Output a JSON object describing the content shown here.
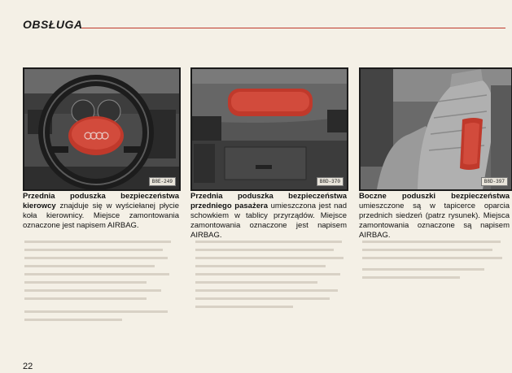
{
  "header": {
    "title": "OBSŁUGA"
  },
  "page_number": "22",
  "panels": [
    {
      "code": "B8E-249",
      "caption_bold": "Przednia poduszka bezpieczeństwa kierowcy",
      "caption_rest": " znajduje się w wyściełanej płycie koła kierownicy. Miejsce zamontowania oznaczone jest napisem AIRBAG."
    },
    {
      "code": "B8D-370",
      "caption_bold": "Przednia poduszka bezpieczeństwa przedniego pasażera",
      "caption_rest": " umieszczona jest nad schowkiem w tablicy przyrządów. Miejsce zamontowania oznaczone jest napisem AIRBAG."
    },
    {
      "code": "B8D-397",
      "caption_bold": "Boczne poduszki bezpieczeństwa",
      "caption_rest": " umieszczone są w tapicerce oparcia przednich siedzeń (patrz rysunek). Miejsca zamontowania oznaczone są napisem AIRBAG."
    }
  ],
  "colors": {
    "airbag": "#c0392b",
    "rule": "#c0392b"
  }
}
